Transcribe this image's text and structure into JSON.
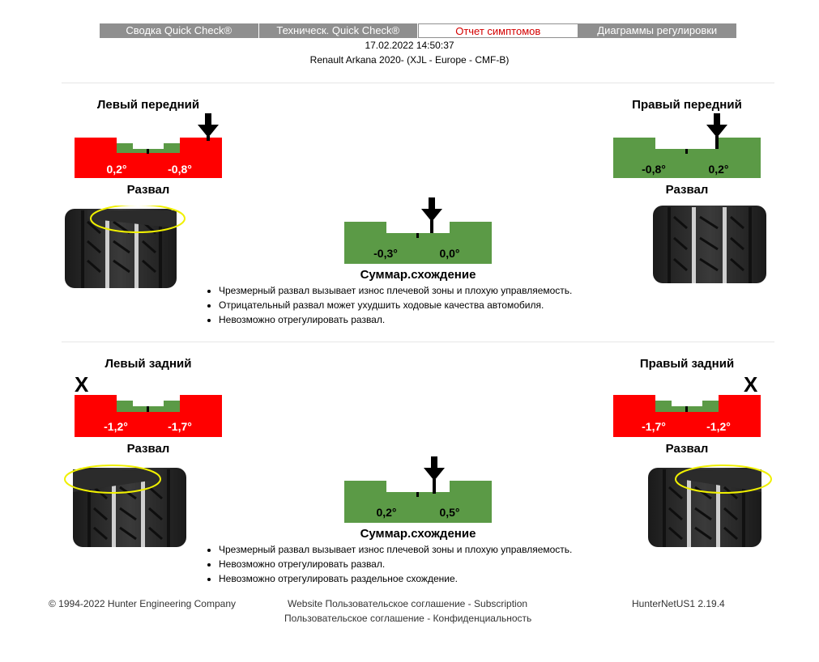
{
  "tabs": [
    {
      "label": "Сводка Quick Check®",
      "active": false
    },
    {
      "label": "Техническ. Quick Check®",
      "active": false
    },
    {
      "label": "Отчет симптомов",
      "active": true
    },
    {
      "label": "Диаграммы регулировки",
      "active": false
    }
  ],
  "header": {
    "datetime": "17.02.2022 14:50:37",
    "vehicle": "Renault Arkana 2020- (XJL - Europe - CMF-B)"
  },
  "colors": {
    "ok": "#5b9a46",
    "bad": "#ff0000",
    "tab_bg": "#8f8f8f",
    "active_tab_text": "#d40000",
    "highlight": "#f0f000"
  },
  "front": {
    "left": {
      "title": "Левый передний",
      "caption": "Развал",
      "value": "0,2°",
      "target": "-0,8°",
      "status": "out-of-range"
    },
    "right": {
      "title": "Правый передний",
      "caption": "Развал",
      "value": "0,2°",
      "target": "-0,8°",
      "status": "in-range"
    },
    "total_toe": {
      "caption": "Суммар.схождение",
      "min": "-0,3°",
      "max": "0,0°",
      "status": "in-range"
    },
    "notes": [
      "Чрезмерный развал вызывает износ плечевой зоны и плохую управляемость.",
      "Отрицательный развал может ухудшить ходовые качества автомобиля.",
      "Невозможно отрегулировать развал."
    ]
  },
  "rear": {
    "left": {
      "title": "Левый задний",
      "caption": "Развал",
      "value": "-1,2°",
      "target": "-1,7°",
      "status": "out-of-range",
      "mark": "X"
    },
    "right": {
      "title": "Правый задний",
      "caption": "Развал",
      "value": "-1,2°",
      "target": "-1,7°",
      "status": "out-of-range",
      "mark": "X"
    },
    "total_toe": {
      "caption": "Суммар.схождение",
      "min": "0,2°",
      "max": "0,5°",
      "status": "in-range"
    },
    "notes": [
      "Чрезмерный развал вызывает износ плечевой зоны и плохую управляемость.",
      "Невозможно отрегулировать развал.",
      "Невозможно отрегулировать раздельное схождение."
    ]
  },
  "footer": {
    "copyright": "© 1994-2022 Hunter Engineering Company",
    "website": "Website",
    "agreement1": "Пользовательское соглашение",
    "sep1": "-",
    "subscription": "Subscription",
    "agreement2": "Пользовательское соглашение",
    "sep2": "-",
    "privacy": "Конфиденциальность",
    "version": "HunterNetUS1 2.19.4"
  }
}
